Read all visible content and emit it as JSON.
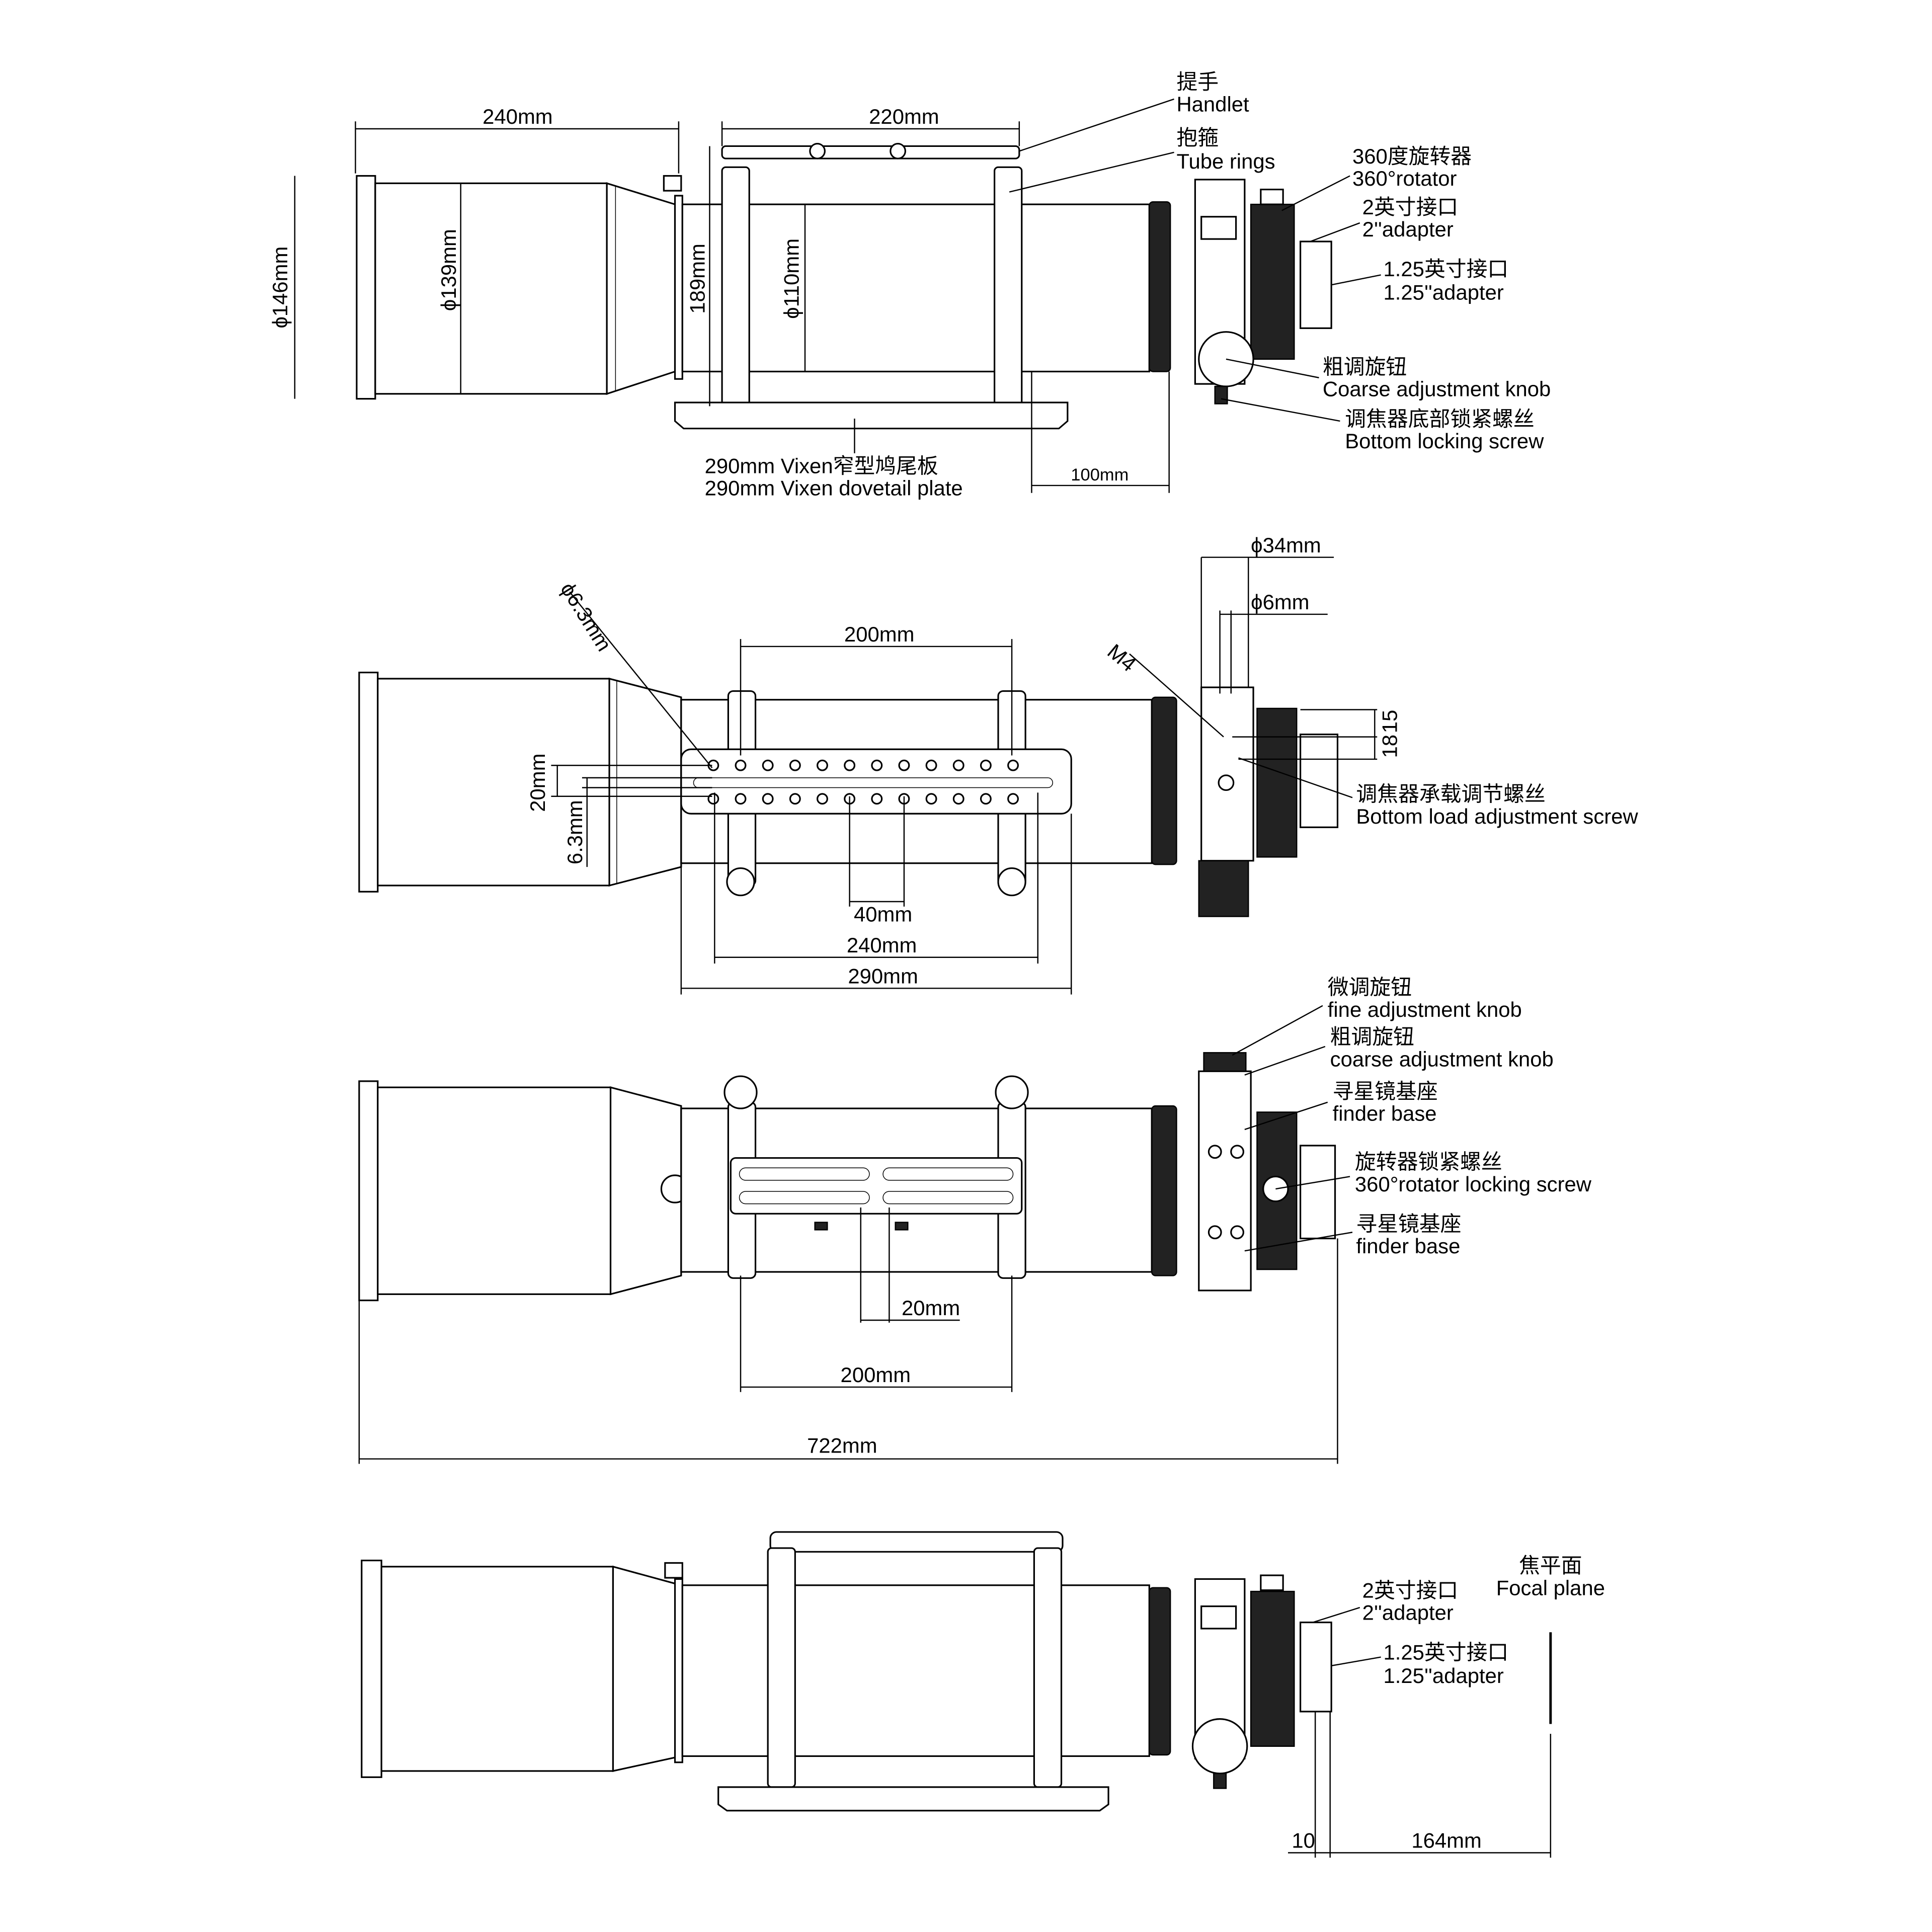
{
  "view_top": {
    "handlet_cn": "提手",
    "handlet_en": "Handlet",
    "tube_rings_cn": "抱箍",
    "tube_rings_en": "Tube rings",
    "rotator_cn": "360度旋转器",
    "rotator_en": "360°rotator",
    "adapter2_cn": "2英寸接口",
    "adapter2_en": "2''adapter",
    "adapter125_cn": "1.25英寸接口",
    "adapter125_en": "1.25''adapter",
    "coarse_cn": "粗调旋钮",
    "coarse_en": "Coarse adjustment knob",
    "bottom_lock_cn": "调焦器底部锁紧螺丝",
    "bottom_lock_en": "Bottom locking screw",
    "dovetail_cn": "290mm Vixen窄型鸠尾板",
    "dovetail_en": "290mm Vixen dovetail plate",
    "dims": {
      "dew_length": "240mm",
      "handle_length": "220mm",
      "dew_dia": "ϕ146mm",
      "dew_inner_dia": "ϕ139mm",
      "ring_height": "189mm",
      "tube_dia": "ϕ110mm",
      "focuser_offset": "100mm"
    }
  },
  "view_bottom": {
    "bottom_load_cn": "调焦器承载调节螺丝",
    "bottom_load_en": "Bottom load adjustment screw",
    "dims": {
      "hole_dia": "ϕ6.3mm",
      "ring_spacing": "200mm",
      "m4": "M4",
      "focuser_dia": "ϕ34mm",
      "pin_dia": "ϕ6mm",
      "d15": "15",
      "d18": "18",
      "slot_width": "20mm",
      "hole_spacing": "6.3mm",
      "hole_pitch": "40mm",
      "slot_length": "240mm",
      "plate_length": "290mm"
    }
  },
  "view_side": {
    "fine_cn": "微调旋钮",
    "fine_en": "fine adjustment knob",
    "coarse_cn": "粗调旋钮",
    "coarse_en": "coarse adjustment knob",
    "finder1_cn": "寻星镜基座",
    "finder1_en": "finder base",
    "rot_lock_cn": "旋转器锁紧螺丝",
    "rot_lock_en": "360°rotator locking screw",
    "finder2_cn": "寻星镜基座",
    "finder2_en": "finder base",
    "dims": {
      "screw_spacing": "20mm",
      "ring_spacing": "200mm",
      "total_length": "722mm"
    }
  },
  "view_focal": {
    "focal_cn": "焦平面",
    "focal_en": "Focal plane",
    "adapter2_cn": "2英寸接口",
    "adapter2_en": "2''adapter",
    "adapter125_cn": "1.25英寸接口",
    "adapter125_en": "1.25''adapter",
    "dims": {
      "adapter_len": "10",
      "backfocus": "164mm"
    }
  }
}
